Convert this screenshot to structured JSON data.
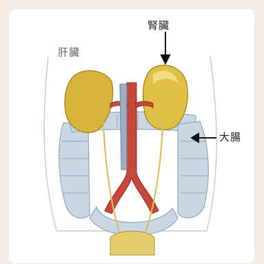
{
  "diagram": {
    "labels": {
      "kidney": "腎臟",
      "liver": "肝臟",
      "large_intestine": "大腸"
    },
    "colors": {
      "background": "#f3ece6",
      "panel": "#ffffff",
      "organ_yellow": "#d9b43a",
      "vessel_red": "#c8473b",
      "intestine_blue": "#b7c8d8",
      "ureter_yellow": "#e3cc6a"
    }
  }
}
